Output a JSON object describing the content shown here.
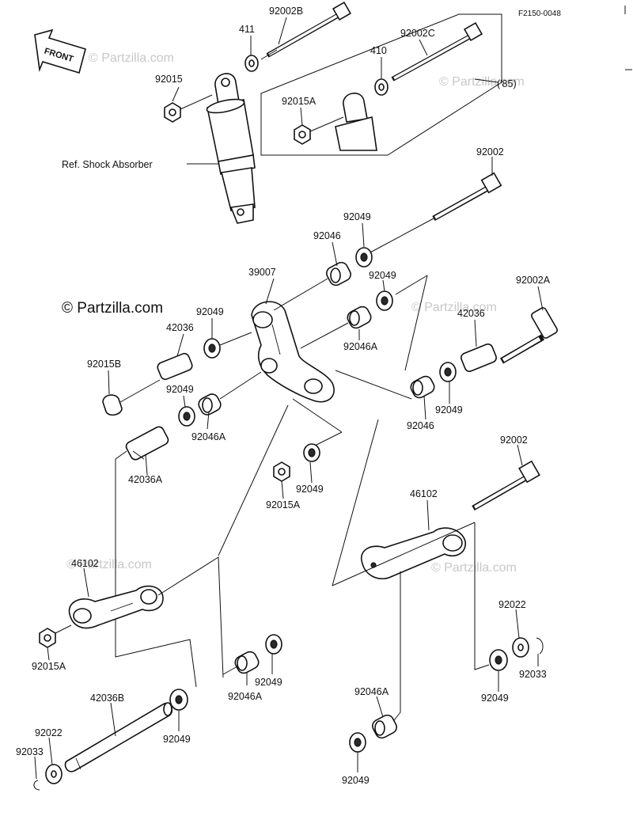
{
  "figure_code": "F2150-0048",
  "front_label": "FRONT",
  "ref_label": "Ref. Shock Absorber",
  "year_note": "('85)",
  "watermarks": {
    "main": "© Partzilla.com",
    "faint": "© Partzilla.com"
  },
  "labels": [
    {
      "id": "411",
      "text": "411"
    },
    {
      "id": "92002B",
      "text": "92002B"
    },
    {
      "id": "92015-top",
      "text": "92015"
    },
    {
      "id": "92002C",
      "text": "92002C"
    },
    {
      "id": "410",
      "text": "410"
    },
    {
      "id": "92015A-box",
      "text": "92015A"
    },
    {
      "id": "92002-upper",
      "text": "92002"
    },
    {
      "id": "92049-a",
      "text": "92049"
    },
    {
      "id": "92046-a",
      "text": "92046"
    },
    {
      "id": "39007",
      "text": "39007"
    },
    {
      "id": "92049-b",
      "text": "92049"
    },
    {
      "id": "92002A",
      "text": "92002A"
    },
    {
      "id": "92049-c",
      "text": "92049"
    },
    {
      "id": "42036-a",
      "text": "42036"
    },
    {
      "id": "42036-b",
      "text": "42036"
    },
    {
      "id": "92046A-a",
      "text": "92046A"
    },
    {
      "id": "92015B",
      "text": "92015B"
    },
    {
      "id": "92049-d",
      "text": "92049"
    },
    {
      "id": "92049-e",
      "text": "92049"
    },
    {
      "id": "92046A-b",
      "text": "92046A"
    },
    {
      "id": "92046-b",
      "text": "92046"
    },
    {
      "id": "42036A",
      "text": "42036A"
    },
    {
      "id": "92049-f",
      "text": "92049"
    },
    {
      "id": "92015A-mid",
      "text": "92015A"
    },
    {
      "id": "92002-lower",
      "text": "92002"
    },
    {
      "id": "46102-right",
      "text": "46102"
    },
    {
      "id": "46102-left",
      "text": "46102"
    },
    {
      "id": "92015A-left",
      "text": "92015A"
    },
    {
      "id": "92022-right",
      "text": "92022"
    },
    {
      "id": "92033-right",
      "text": "92033"
    },
    {
      "id": "92046A-c",
      "text": "92046A"
    },
    {
      "id": "92049-g",
      "text": "92049"
    },
    {
      "id": "92049-h",
      "text": "92049"
    },
    {
      "id": "92046A-d",
      "text": "92046A"
    },
    {
      "id": "42036B",
      "text": "42036B"
    },
    {
      "id": "92049-i",
      "text": "92049"
    },
    {
      "id": "92022-left",
      "text": "92022"
    },
    {
      "id": "92033-left",
      "text": "92033"
    },
    {
      "id": "92049-j",
      "text": "92049"
    }
  ]
}
